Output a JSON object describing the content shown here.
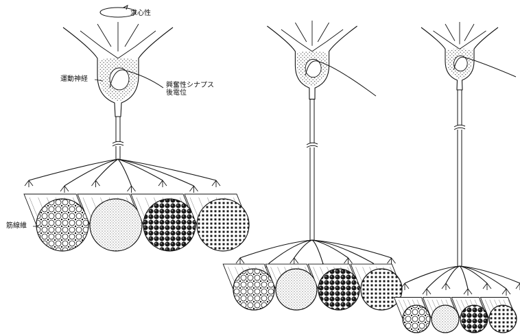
{
  "labels": {
    "afferent": "求心性",
    "motor_neuron": "運動神経",
    "epsp_line1": "興奮性シナプス",
    "epsp_line2": "後電位",
    "muscle_fiber": "筋線維"
  },
  "colors": {
    "ink": "#111111",
    "soma_stipple": "#555555",
    "background": "#ffffff"
  },
  "panels": [
    {
      "name": "small-motor-unit",
      "fibers": [
        "circle-grid",
        "fine-dots",
        "dark-checker",
        "dark-squares"
      ]
    },
    {
      "name": "medium-motor-unit",
      "fibers": [
        "circle-grid",
        "fine-dots",
        "dark-checker",
        "dark-squares"
      ]
    },
    {
      "name": "large-motor-unit",
      "fibers": [
        "circle-grid",
        "fine-dots",
        "dark-checker",
        "dark-squares"
      ]
    }
  ]
}
